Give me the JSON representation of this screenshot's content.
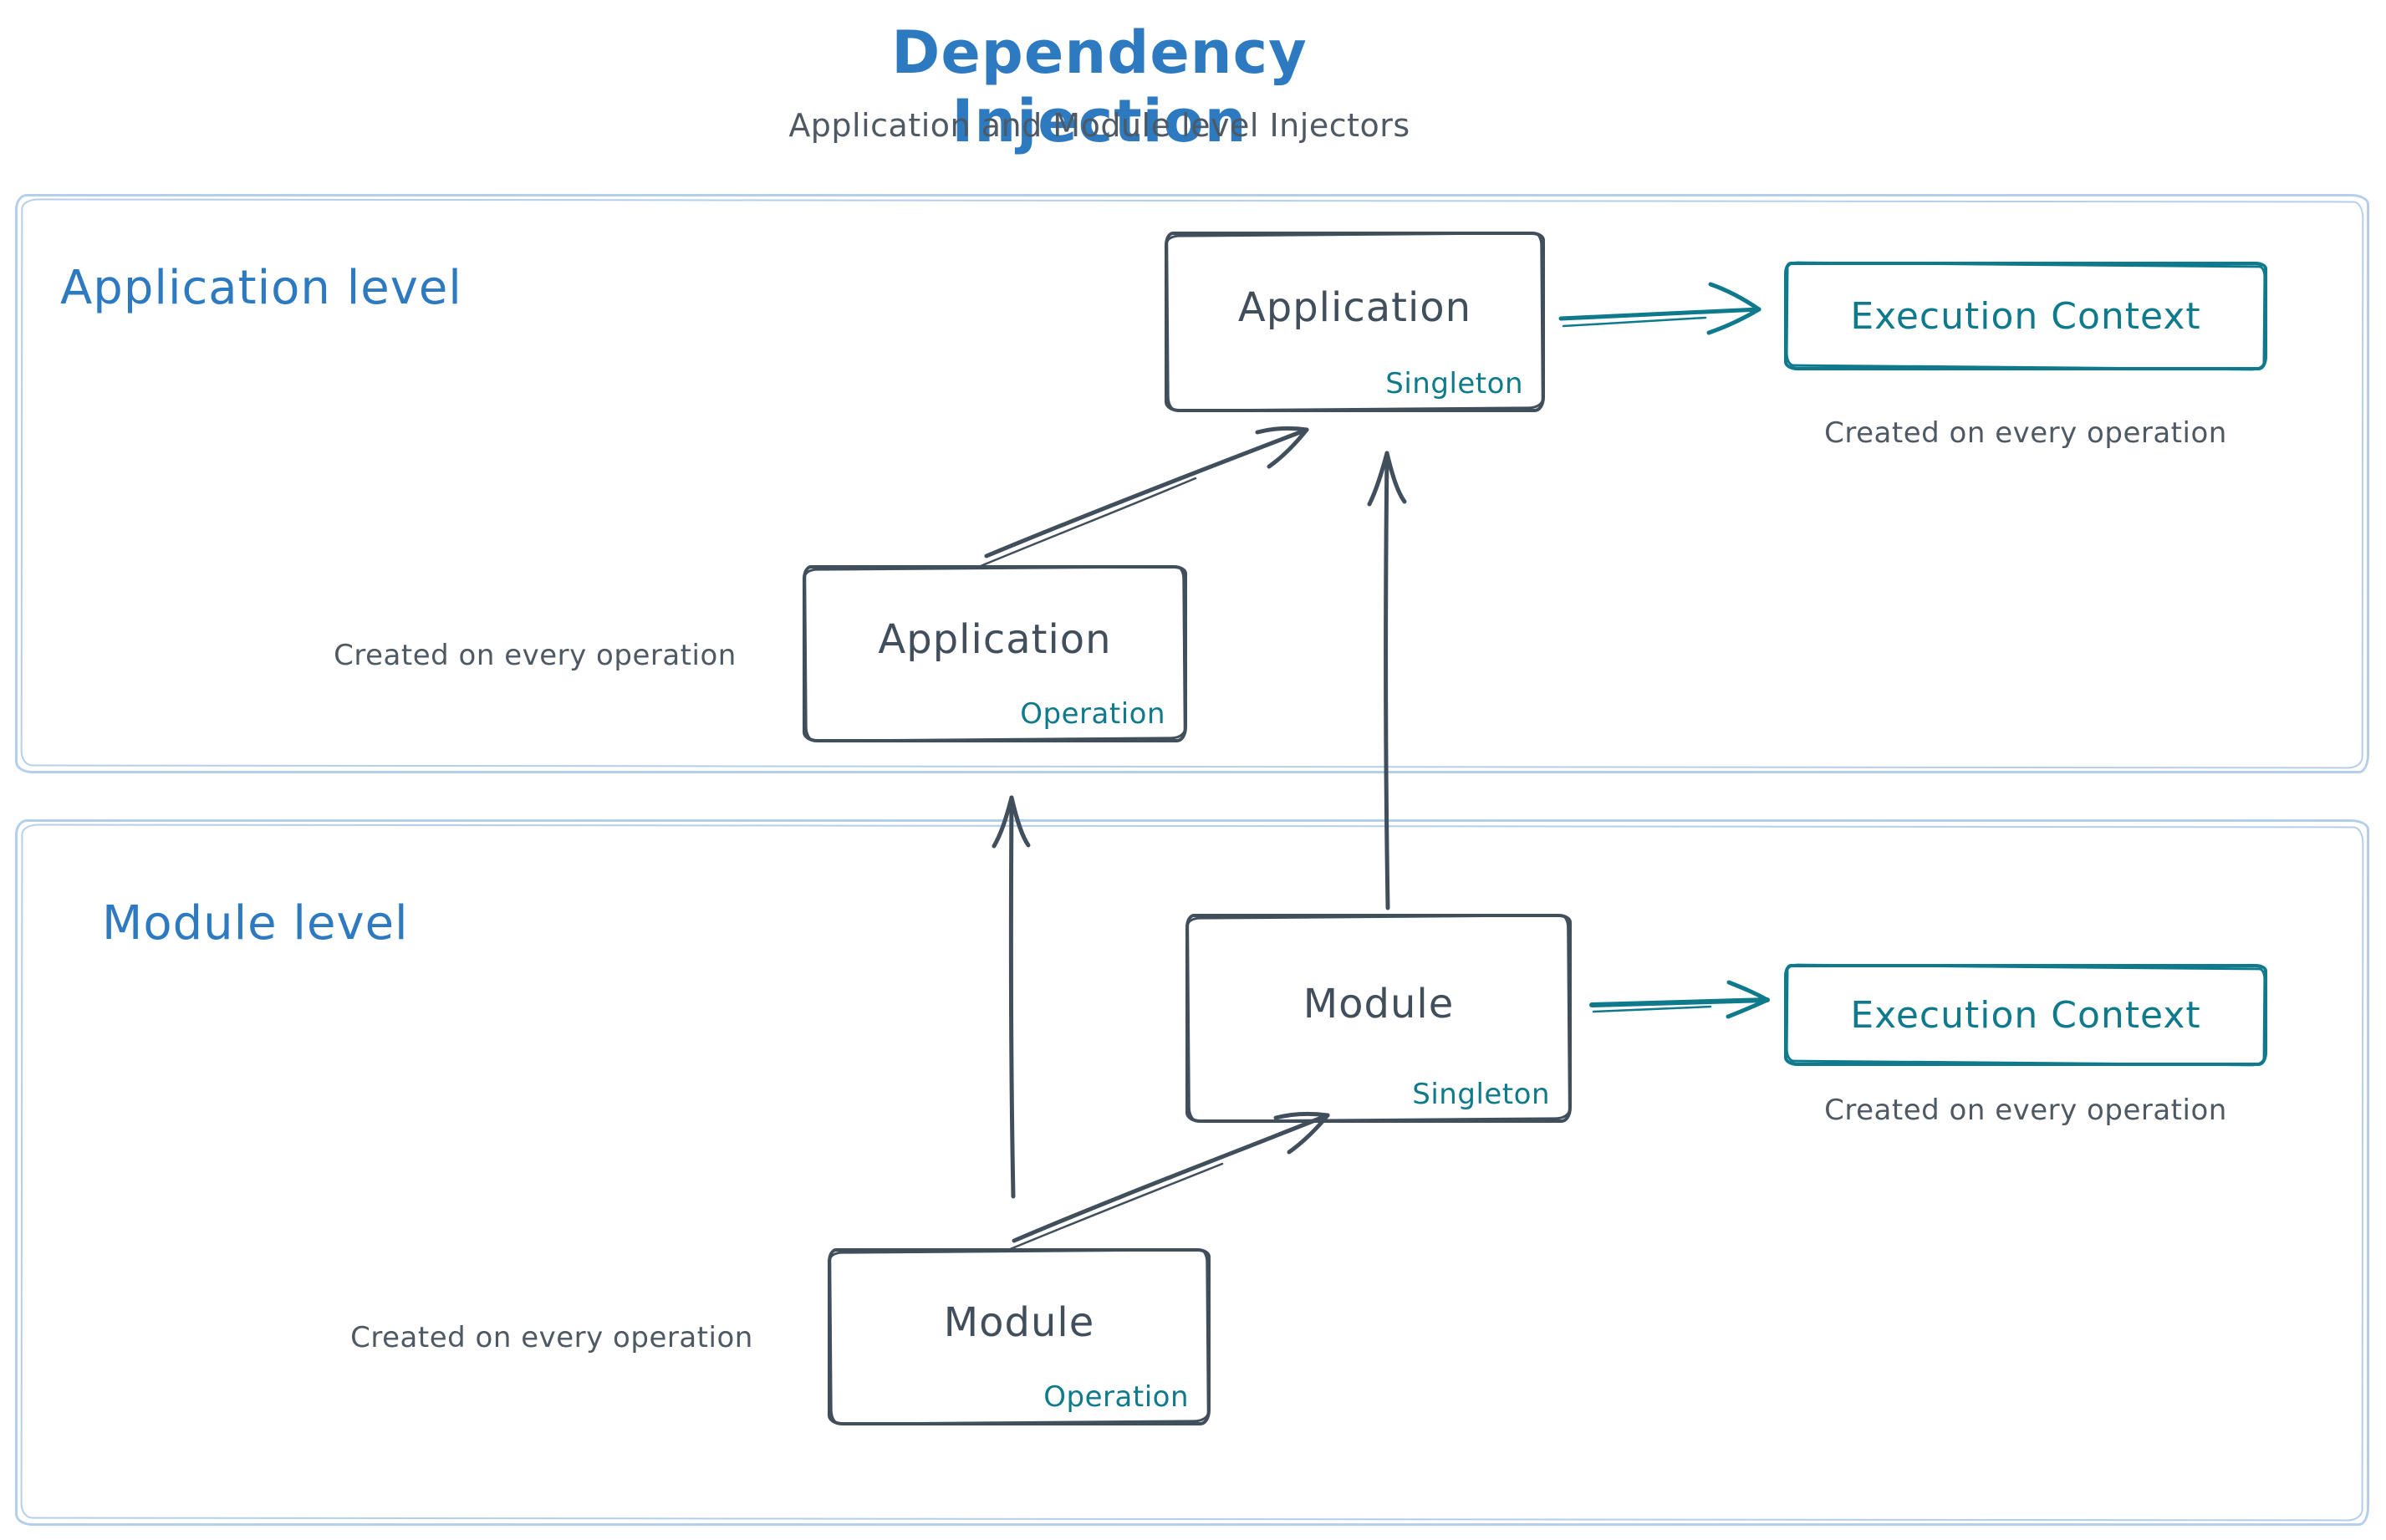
{
  "page": {
    "title": "Dependency Injection",
    "subtitle": "Application and Module level Injectors"
  },
  "colors": {
    "blue": "#2e7ac1",
    "dark": "#414e5c",
    "teal": "#0e7a8c",
    "light": "#b5cee9",
    "caption": "#4e5963"
  },
  "sections": {
    "application": {
      "label": "Application level",
      "singleton_box": {
        "title": "Application",
        "scope": "Singleton"
      },
      "operation_box": {
        "title": "Application",
        "scope": "Operation"
      },
      "operation_caption": "Created on every operation",
      "execution_context": {
        "label": "Execution Context",
        "caption": "Created on every operation"
      }
    },
    "module": {
      "label": "Module level",
      "singleton_box": {
        "title": "Module",
        "scope": "Singleton"
      },
      "operation_box": {
        "title": "Module",
        "scope": "Operation"
      },
      "operation_caption": "Created on every operation",
      "execution_context": {
        "label": "Execution Context",
        "caption": "Created on every operation"
      }
    }
  }
}
